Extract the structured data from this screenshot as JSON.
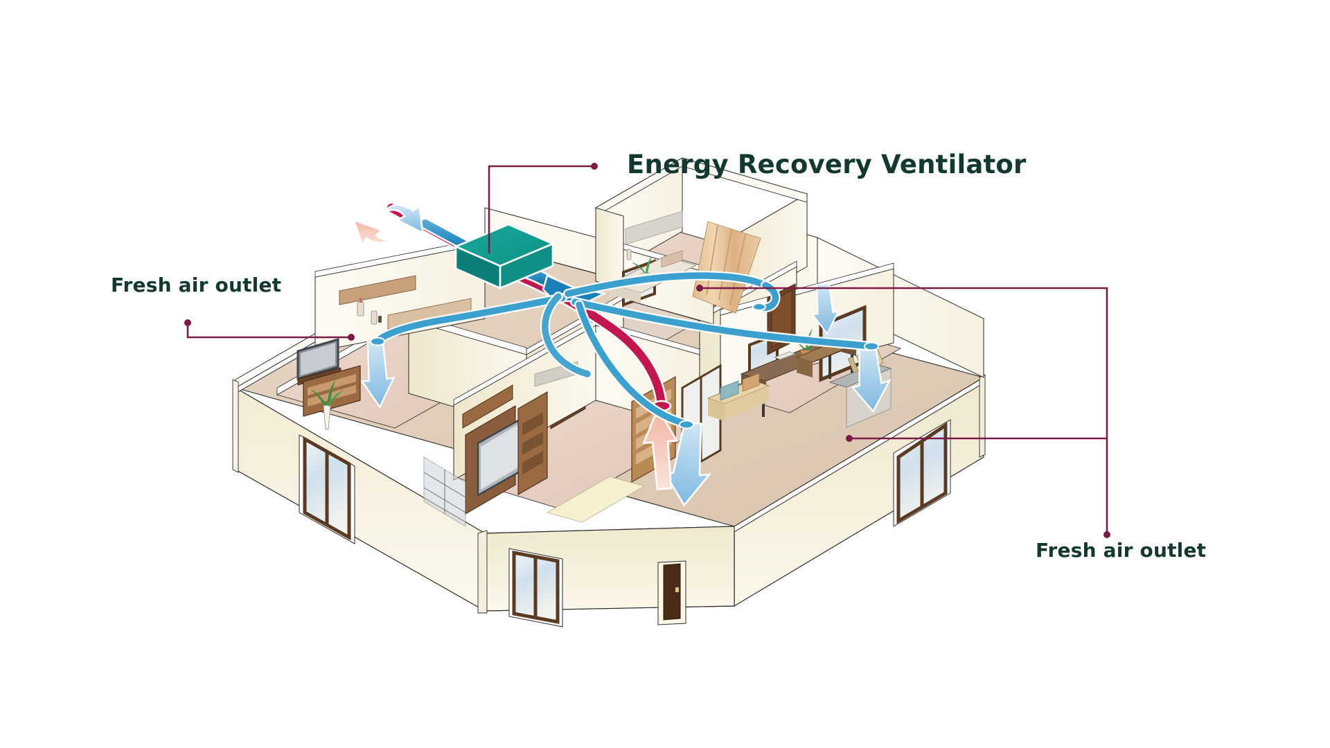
{
  "diagram": {
    "kind": "isometric-cutaway-floorplan",
    "background_color": "#ffffff",
    "title": "Energy Recovery Ventilator",
    "title_color": "#12382f",
    "leader_color": "#7b1a47"
  },
  "labels": {
    "title": "Energy Recovery Ventilator",
    "fresh_air_outlet_left": "Fresh air outlet",
    "fresh_air_outlet_right": "Fresh air outlet"
  },
  "legend_colors": {
    "erv_unit_top": "#13a295",
    "erv_unit_side": "#0b7f77",
    "supply_duct_blue": "#2b8fc4",
    "exhaust_duct_crimson": "#c2164f",
    "fresh_air_arrow": "#9ec8e8",
    "stale_air_arrow": "#f2c3b6",
    "leader_line": "#7b1a47",
    "wall_light": "#fbf7ea",
    "wall_shade": "#ece0b9",
    "floor": "#e8d2c8",
    "wood_dark": "#6b4226",
    "wood_mid": "#9a6a43",
    "window_glass": "#d8e6f0"
  },
  "components": {
    "erv_unit": {
      "name": "Energy Recovery Ventilator unit",
      "location": "roof / attic"
    },
    "ducts": [
      {
        "name": "Outdoor fresh air intake duct",
        "color": "#2b8fc4"
      },
      {
        "name": "Outdoor stale air exhaust duct",
        "color": "#c2164f"
      },
      {
        "name": "Supply branch to bedroom 1",
        "color": "#2b8fc4"
      },
      {
        "name": "Supply branch to bedroom 2",
        "color": "#2b8fc4"
      },
      {
        "name": "Supply branch to study",
        "color": "#2b8fc4"
      },
      {
        "name": "Supply branch to living room",
        "color": "#2b8fc4"
      },
      {
        "name": "Return duct from hallway",
        "color": "#c2164f"
      }
    ],
    "air_arrows": [
      {
        "name": "outdoor fresh air in",
        "direction": "down-right",
        "color": "#9ec8e8"
      },
      {
        "name": "outdoor stale air out",
        "direction": "up-left",
        "color": "#f2c3b6"
      },
      {
        "name": "bedroom 1 supply",
        "direction": "down",
        "color": "#9ec8e8"
      },
      {
        "name": "bedroom 2 supply",
        "direction": "down",
        "color": "#9ec8e8"
      },
      {
        "name": "study supply",
        "direction": "down",
        "color": "#9ec8e8"
      },
      {
        "name": "living room supply",
        "direction": "down",
        "color": "#9ec8e8"
      },
      {
        "name": "hallway return",
        "direction": "up",
        "color": "#f2c3b6"
      }
    ],
    "rooms": [
      "Bedroom (left)",
      "Bedroom (upper)",
      "Living room",
      "Study / office",
      "Hallway",
      "Entry"
    ]
  },
  "leaders": {
    "title_leader": "elbow from ERV unit up then right to dot",
    "left_leader": "elbow from label down then right to outlet dot",
    "right_leader": "two horizontals joining a vertical down to label dot"
  }
}
